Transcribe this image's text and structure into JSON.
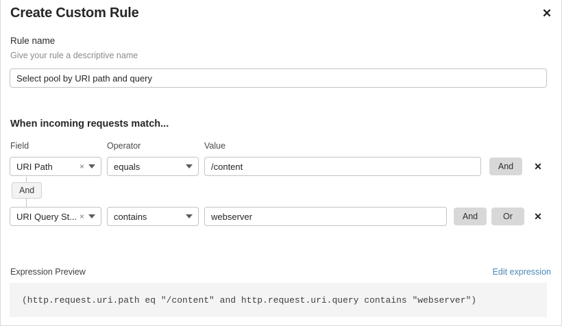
{
  "dialog": {
    "title": "Create Custom Rule",
    "close_label": "✕"
  },
  "rule_name": {
    "label": "Rule name",
    "help": "Give your rule a descriptive name",
    "value": "Select pool by URI path and query",
    "placeholder": "Give your rule a descriptive name"
  },
  "conditions": {
    "heading": "When incoming requests match...",
    "columns": {
      "field": "Field",
      "operator": "Operator",
      "value": "Value"
    },
    "connector": {
      "label": "And"
    },
    "rows": [
      {
        "field": "URI Path",
        "field_clear": "×",
        "operator": "equals",
        "value": "/content",
        "buttons": [
          "And"
        ],
        "delete_label": "✕"
      },
      {
        "field": "URI Query St...",
        "field_clear": "×",
        "operator": "contains",
        "value": "webserver",
        "buttons": [
          "And",
          "Or"
        ],
        "delete_label": "✕"
      }
    ]
  },
  "expression": {
    "label": "Expression Preview",
    "edit_link": "Edit expression",
    "code": "(http.request.uri.path eq \"/content\" and http.request.uri.query contains \"webserver\")"
  },
  "colors": {
    "link": "#4a88b8",
    "button_bg": "#d8d8d8",
    "code_bg": "#f4f4f4",
    "border": "#c2c2c2"
  }
}
